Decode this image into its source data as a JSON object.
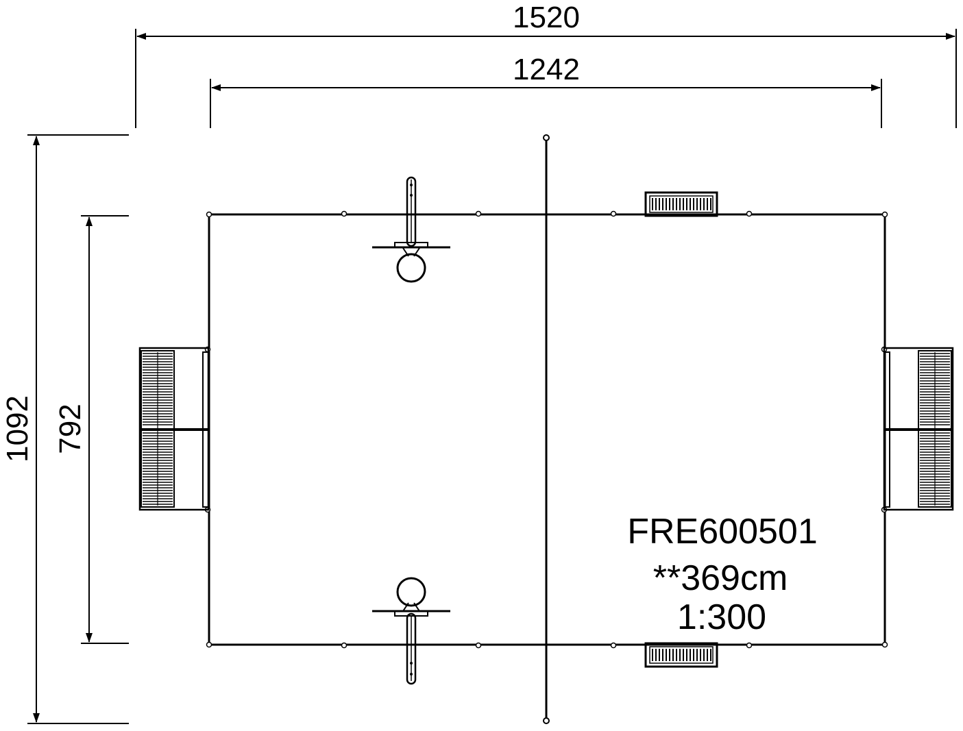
{
  "drawing": {
    "dimensions": {
      "overall_width": "1520",
      "inner_width": "1242",
      "overall_depth": "1092",
      "inner_depth": "792"
    },
    "labels": {
      "product_code": "FRE600501",
      "height_note": "**369cm",
      "scale": "1:300"
    },
    "line_color": "#000000",
    "background_color": "#ffffff"
  }
}
